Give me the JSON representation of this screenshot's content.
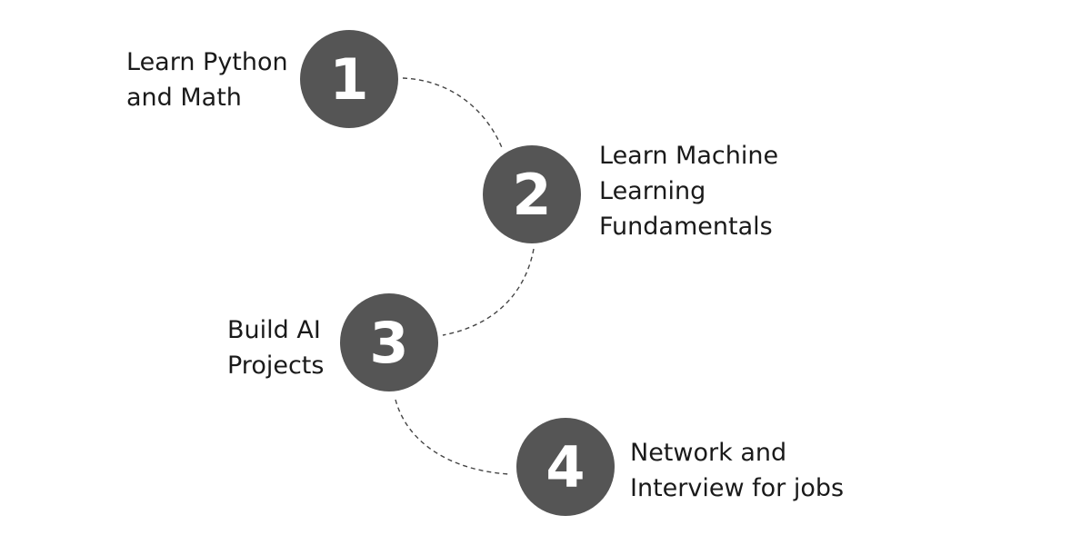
{
  "colors": {
    "circle_fill": "#555555",
    "number_text": "#ffffff",
    "label_text": "#1a1a1a",
    "connector": "#444444",
    "background": "#ffffff"
  },
  "steps": [
    {
      "number": "1",
      "label_lines": [
        "Learn Python",
        "and Math"
      ]
    },
    {
      "number": "2",
      "label_lines": [
        "Learn Machine",
        "Learning",
        "Fundamentals"
      ]
    },
    {
      "number": "3",
      "label_lines": [
        "Build AI",
        "Projects"
      ]
    },
    {
      "number": "4",
      "label_lines": [
        "Network and",
        "Interview for jobs"
      ]
    }
  ]
}
